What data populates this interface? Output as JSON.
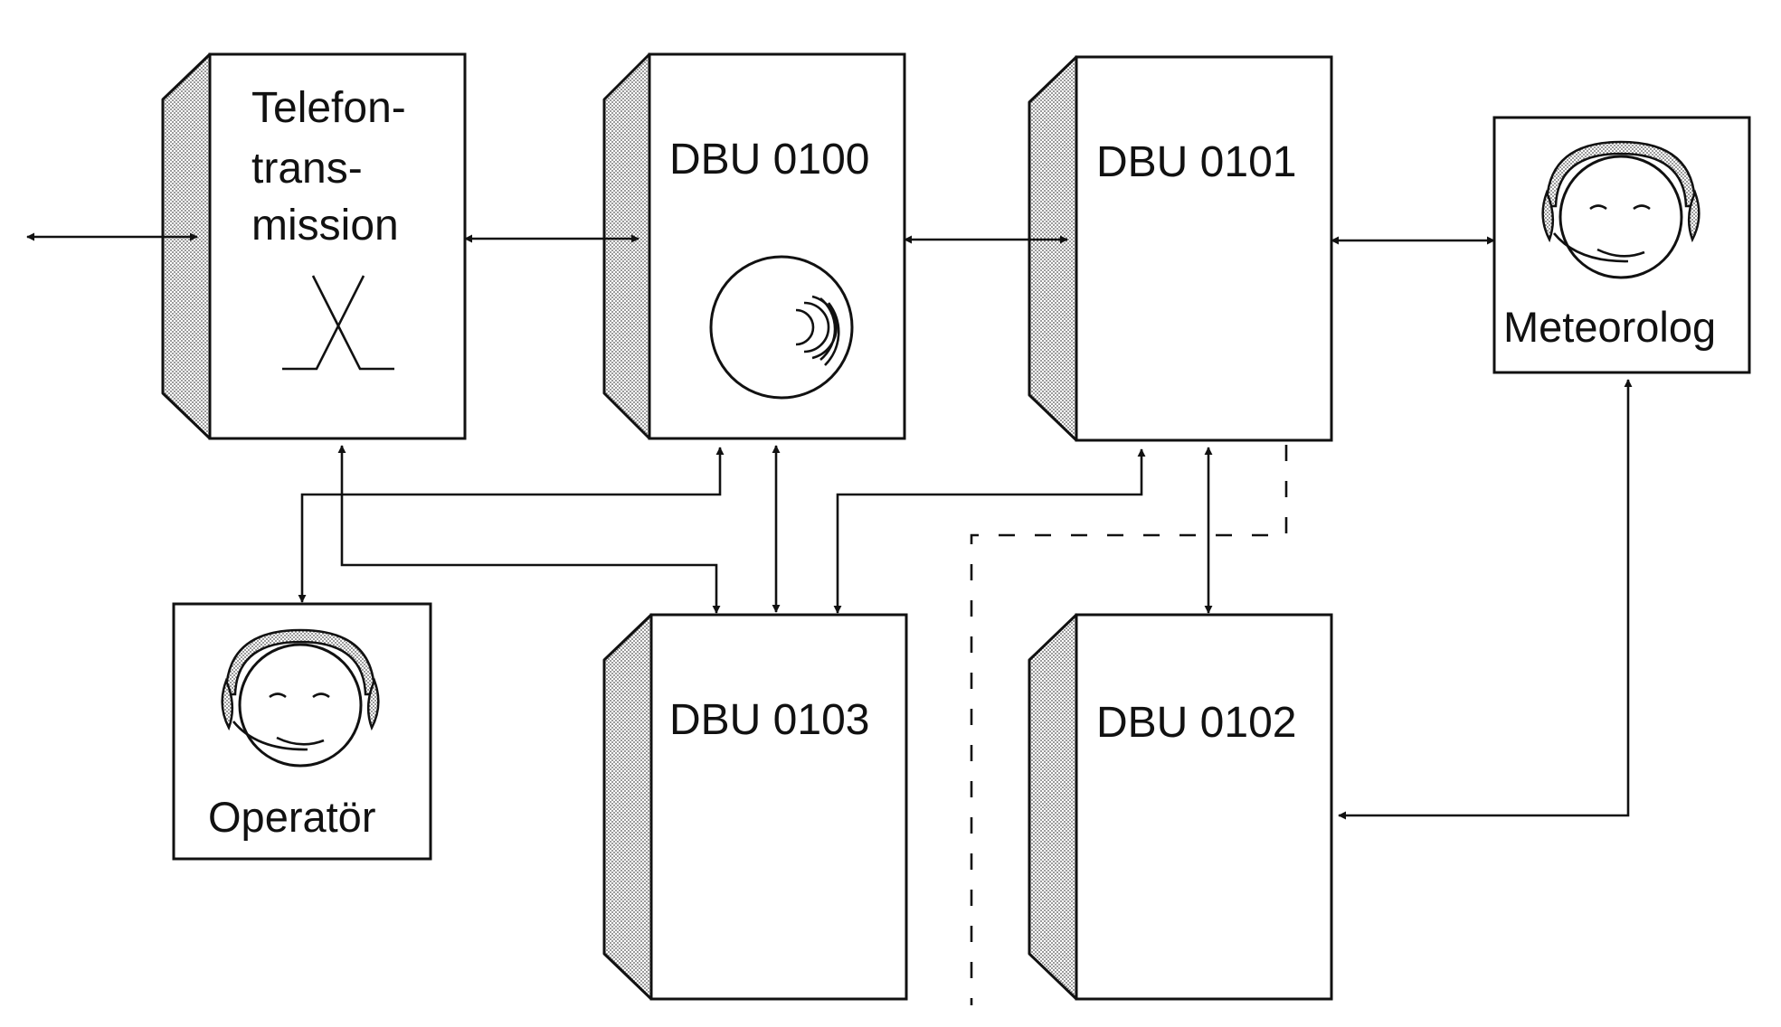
{
  "nodes": {
    "telefon": {
      "lines": [
        "Telefon-",
        "trans-",
        "mission"
      ]
    },
    "dbu0100": {
      "label": "DBU 0100"
    },
    "dbu0101": {
      "label": "DBU 0101"
    },
    "dbu0102": {
      "label": "DBU 0102"
    },
    "dbu0103": {
      "label": "DBU 0103"
    },
    "meteorolog": {
      "label": "Meteorolog"
    },
    "operator": {
      "label": "Operatör"
    }
  }
}
